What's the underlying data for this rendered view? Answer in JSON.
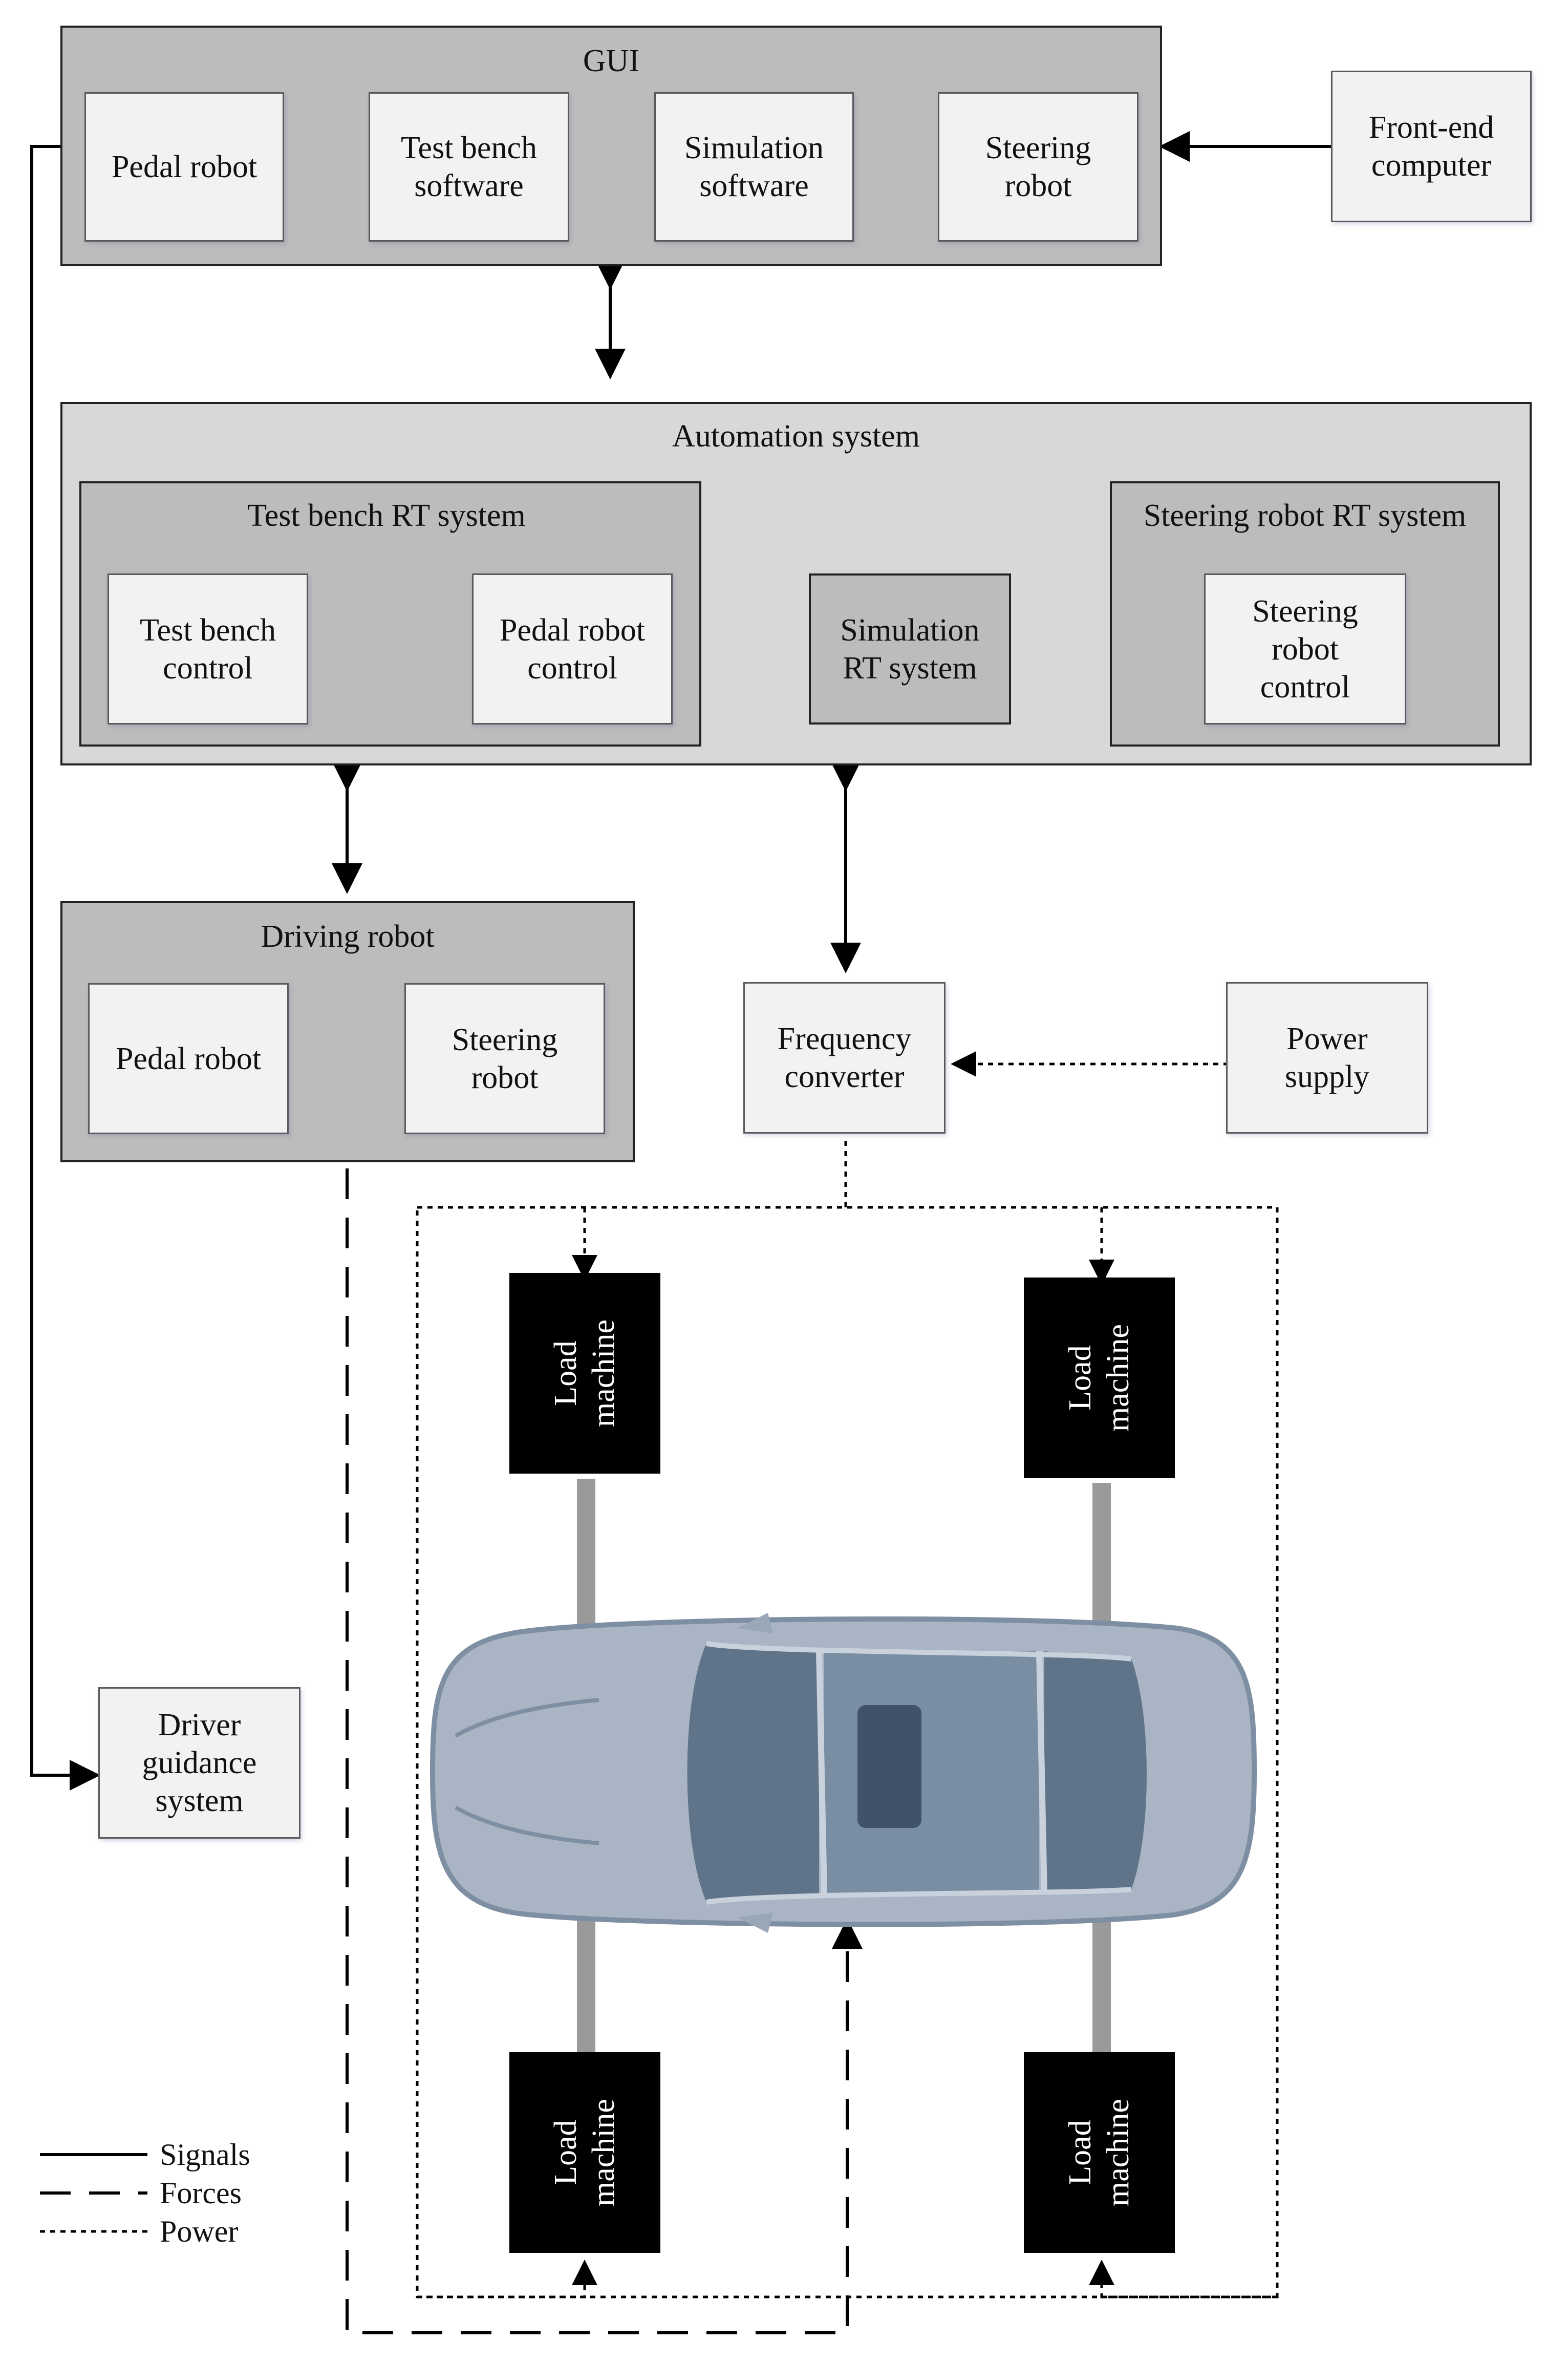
{
  "gui": {
    "title": "GUI",
    "items": [
      "Pedal robot",
      "Test bench\nsoftware",
      "Simulation\nsoftware",
      "Steering\nrobot"
    ]
  },
  "front_end": "Front-end\ncomputer",
  "automation": {
    "title": "Automation system",
    "test_bench_rt": {
      "title": "Test bench RT system",
      "items": [
        "Test bench\ncontrol",
        "Pedal robot\ncontrol"
      ]
    },
    "simulation_rt": "Simulation\nRT system",
    "steering_rt": {
      "title": "Steering robot RT system",
      "item": "Steering\nrobot\ncontrol"
    }
  },
  "driving_robot": {
    "title": "Driving robot",
    "items": [
      "Pedal robot",
      "Steering\nrobot"
    ]
  },
  "frequency_converter": "Frequency\nconverter",
  "power_supply": "Power\nsupply",
  "load_machine": "Load\nmachine",
  "driver_guidance": "Driver\nguidance\nsystem",
  "legend": {
    "signals": "Signals",
    "forces": "Forces",
    "power": "Power"
  },
  "colors": {
    "gui_fill": "#bcbcbc",
    "automation_fill": "#d8d8d8",
    "leaf_fill": "#f2f2f2",
    "load_machine_fill": "#000000",
    "car_body": "#a9b5c4",
    "car_glass": "#5f7389"
  }
}
